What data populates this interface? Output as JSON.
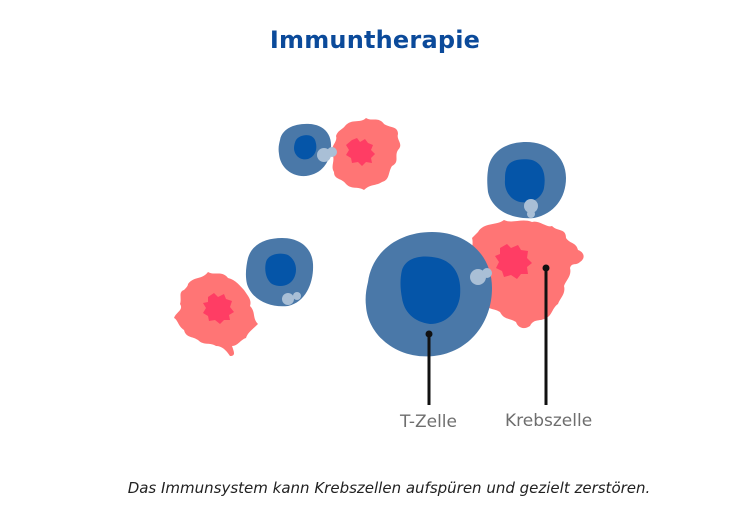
{
  "title": "Immuntherapie",
  "labels": {
    "t_cell": "T-Zelle",
    "cancer_cell": "Krebszelle"
  },
  "caption": "Das Immunsystem kann Krebszellen aufspüren und gezielt zerstören.",
  "colors": {
    "title": "#0b4a9a",
    "t_cell_body": "#4a78a8",
    "t_cell_nucleus": "#0555a8",
    "t_cell_contact": "#a9bfd6",
    "cancer_cell_body": "#ff7575",
    "cancer_cell_core": "#ff3d64",
    "leader_line": "#111111",
    "label_text": "#6e6e6e"
  },
  "diagram": {
    "pairs": [
      {
        "name": "small-top-pair",
        "t_cell": "T-Zelle",
        "cancer_cell": "Krebszelle"
      },
      {
        "name": "left-pair",
        "t_cell": "T-Zelle",
        "cancer_cell": "Krebszelle"
      },
      {
        "name": "main-group",
        "t_cells": 2,
        "cancer_cell": "Krebszelle"
      }
    ]
  }
}
